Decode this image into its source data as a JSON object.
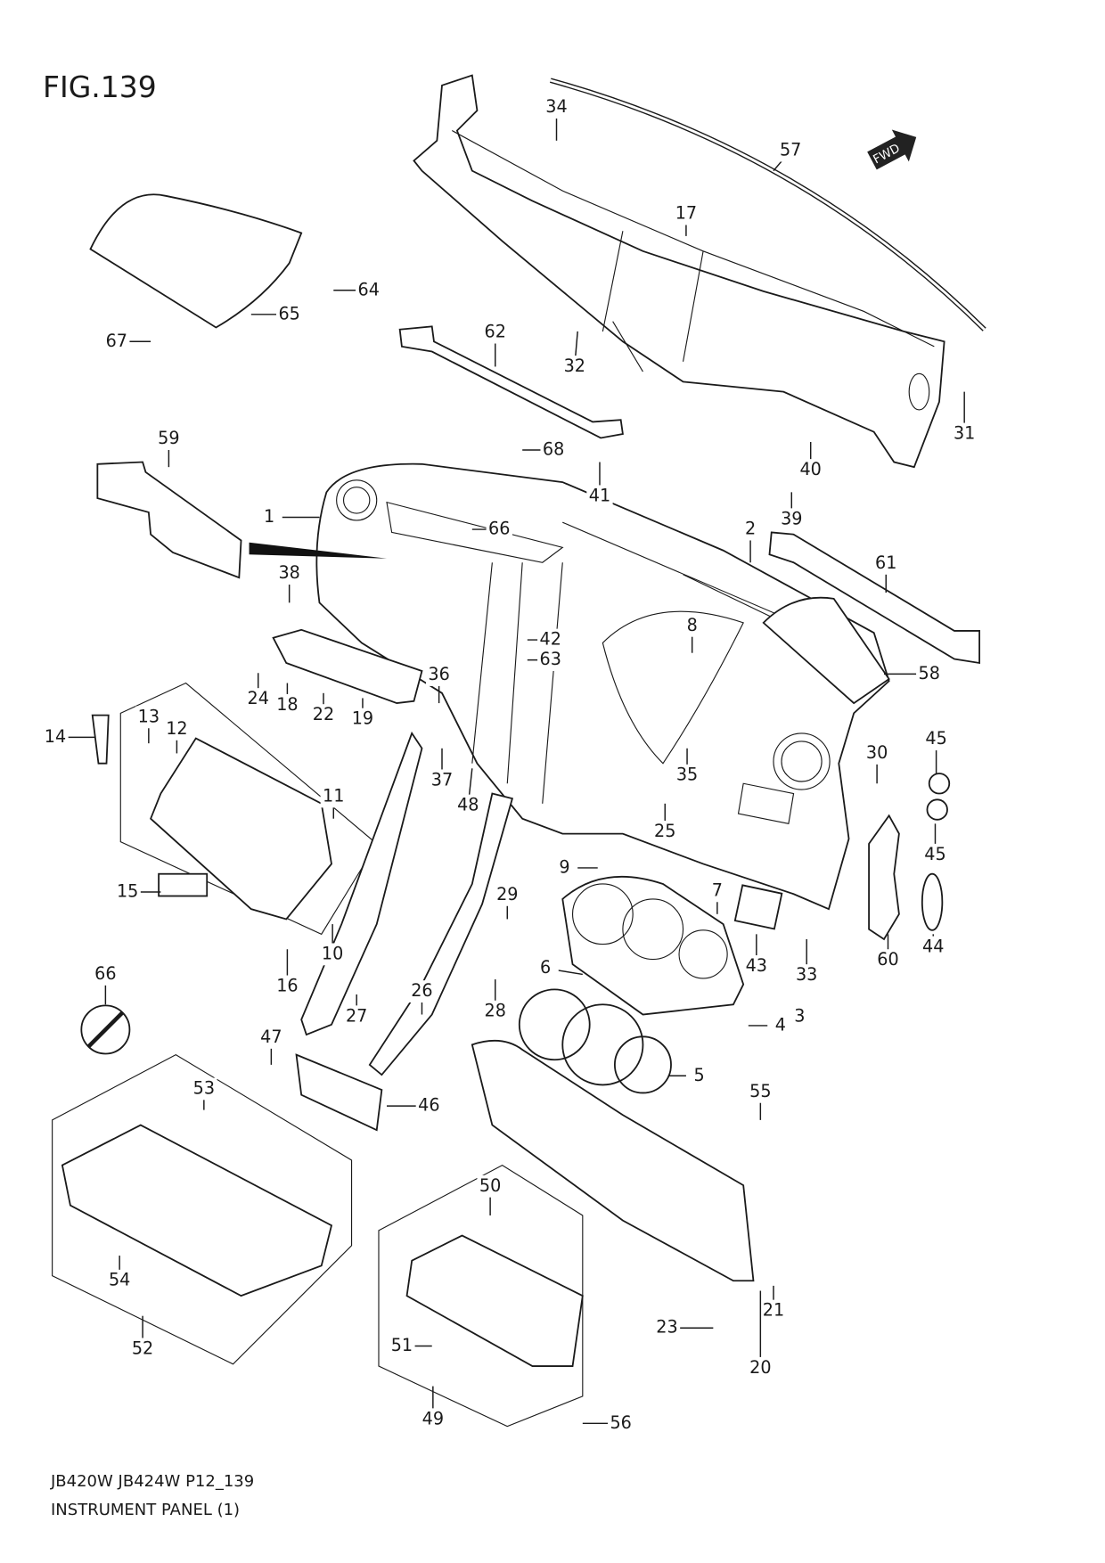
{
  "figure_title": "FIG.139",
  "fwd_arrow": "FWD",
  "footer": {
    "model_line": "JB420W JB424W P12_139",
    "section": "INSTRUMENT PANEL (1)"
  },
  "callouts": [
    "34",
    "57",
    "17",
    "64",
    "65",
    "67",
    "62",
    "32",
    "31",
    "68",
    "59",
    "40",
    "41",
    "39",
    "1",
    "66",
    "2",
    "61",
    "38",
    "42",
    "8",
    "63",
    "58",
    "36",
    "24",
    "18",
    "22",
    "19",
    "14",
    "13",
    "12",
    "45",
    "30",
    "35",
    "37",
    "48",
    "11",
    "25",
    "45",
    "9",
    "15",
    "7",
    "29",
    "43",
    "33",
    "60",
    "44",
    "10",
    "16",
    "66",
    "6",
    "28",
    "26",
    "27",
    "3",
    "4",
    "5",
    "47",
    "53",
    "46",
    "55",
    "50",
    "54",
    "21",
    "23",
    "52",
    "20",
    "51",
    "49",
    "56"
  ]
}
